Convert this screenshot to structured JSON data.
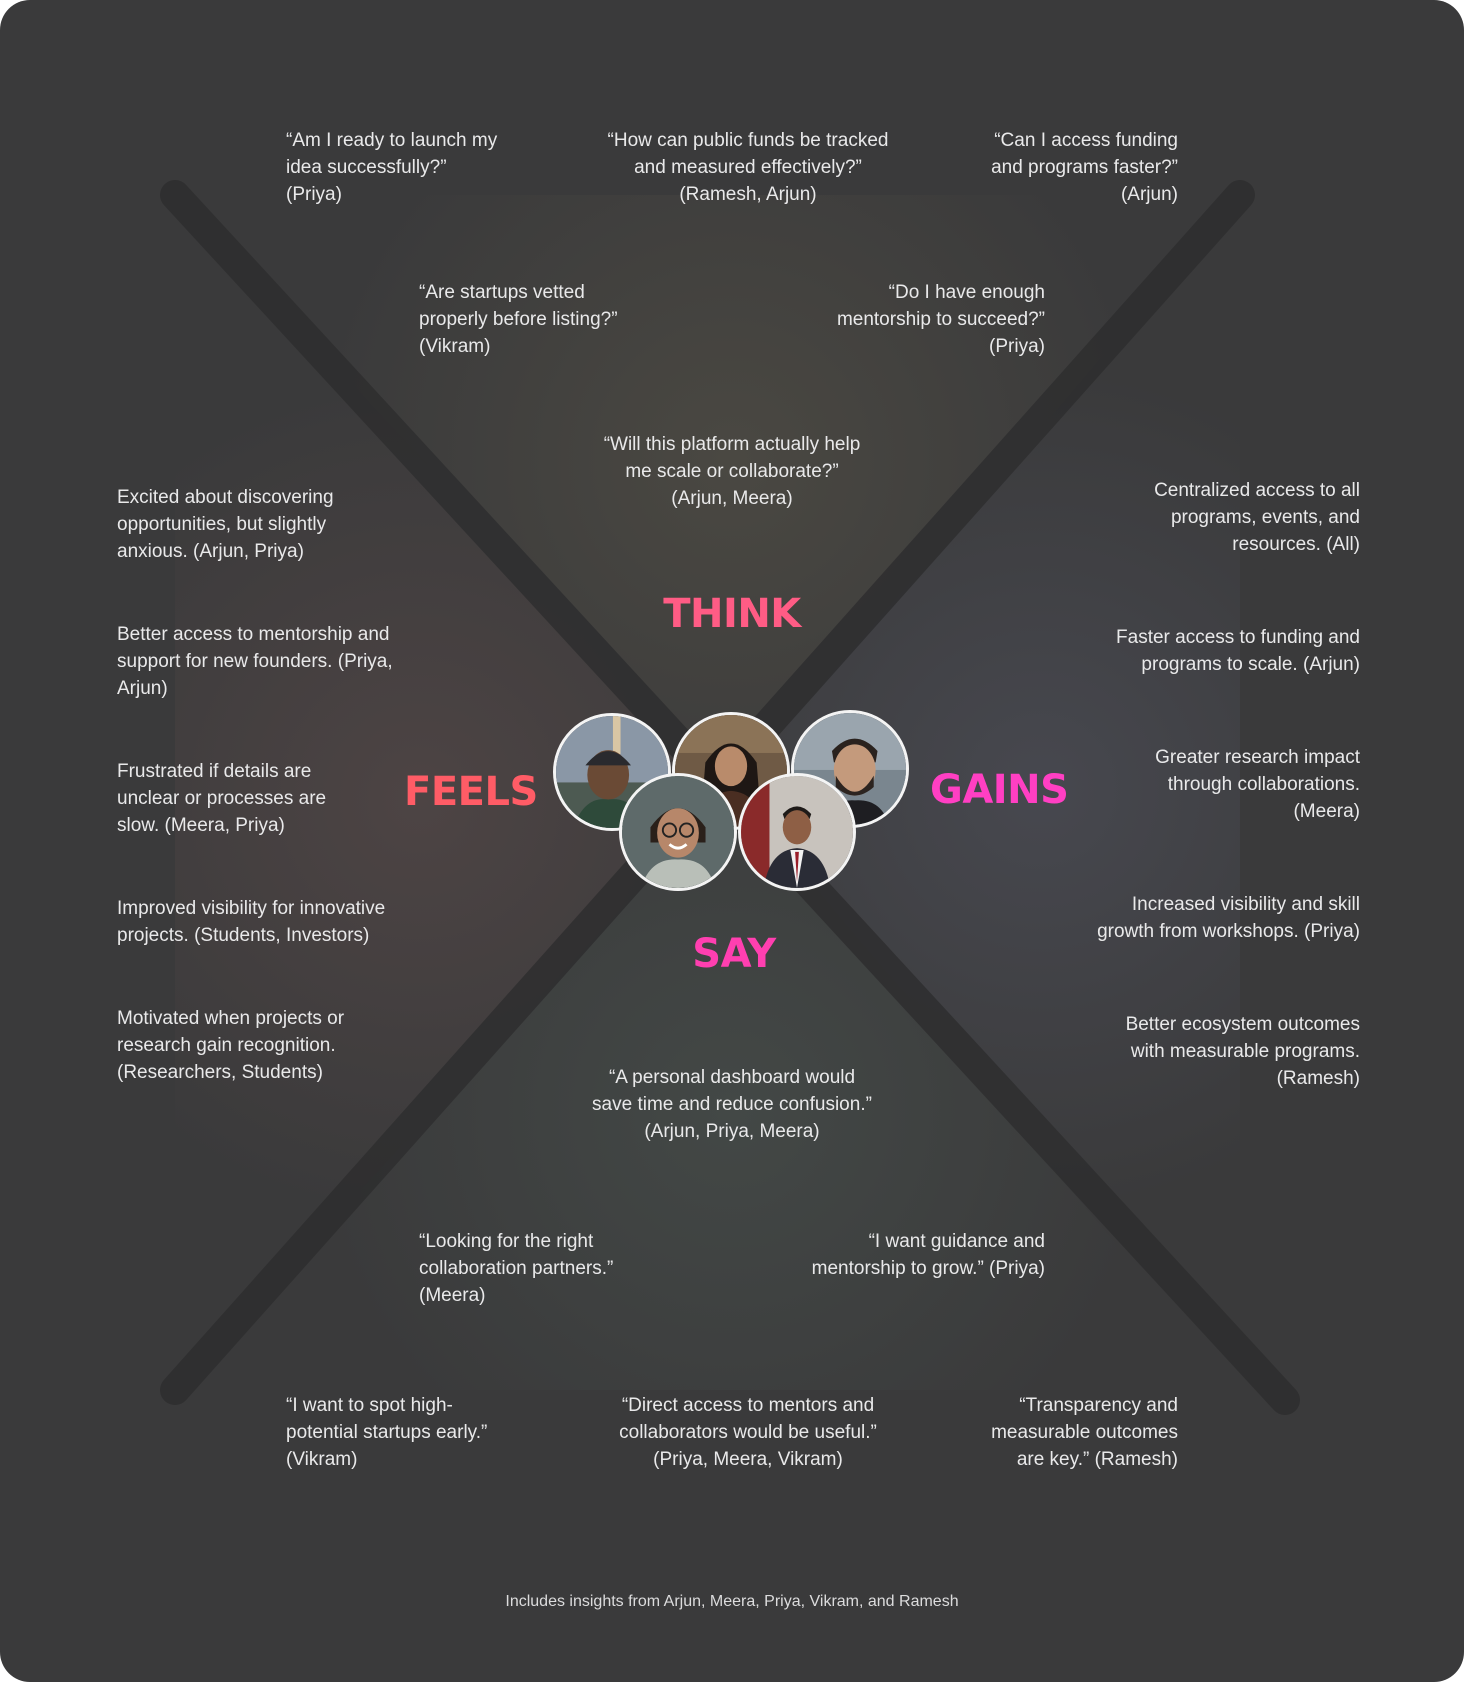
{
  "colors": {
    "card_bg": "#3a3a3b",
    "band": "#2f2f30",
    "text": "#e9e9ea",
    "think": "#ff5c85",
    "feels": "#ff5c66",
    "gains": "#ff3fc3",
    "say": "#ff3fb0"
  },
  "quadrants": {
    "think": "THINK",
    "feels": "FEELS",
    "gains": "GAINS",
    "say": "SAY"
  },
  "think": {
    "q1": "“Am I ready to launch my\nidea successfully?”\n(Priya)",
    "q2": "“How can public funds be tracked\nand measured effectively?”\n(Ramesh, Arjun)",
    "q3": "“Can I access funding\nand programs faster?”\n(Arjun)",
    "q4": "“Are startups vetted\nproperly before listing?”\n(Vikram)",
    "q5": "“Do I have enough\nmentorship to succeed?”\n(Priya)",
    "q6": "“Will this platform actually help\nme scale or collaborate?”\n(Arjun, Meera)"
  },
  "feels": {
    "f1": "Excited about discovering\nopportunities, but slightly\nanxious. (Arjun, Priya)",
    "f2": "Better access to mentorship and\nsupport for new founders. (Priya,\nArjun)",
    "f3": "Frustrated if details are\nunclear or processes are\nslow. (Meera, Priya)",
    "f4": "Improved visibility for innovative\nprojects. (Students, Investors)",
    "f5": "Motivated when projects or\nresearch gain recognition.\n(Researchers, Students)"
  },
  "gains": {
    "g1": "Centralized access to all\nprograms, events, and\nresources. (All)",
    "g2": "Faster access to funding and\nprograms to scale. (Arjun)",
    "g3": "Greater research impact\nthrough collaborations.\n(Meera)",
    "g4": "Increased visibility and skill\ngrowth from workshops. (Priya)",
    "g5": "Better ecosystem outcomes\nwith measurable programs.\n(Ramesh)"
  },
  "say": {
    "s1": "“A personal dashboard would\nsave time and reduce confusion.”\n(Arjun, Priya, Meera)",
    "s2": "“Looking for the right\ncollaboration partners.”\n(Meera)",
    "s3": "“I want guidance and\nmentorship to grow.” (Priya)",
    "s4": "“I want to spot high-\npotential startups early.”\n(Vikram)",
    "s5": "“Direct access to mentors and\ncollaborators would be useful.”\n(Priya, Meera, Vikram)",
    "s6": "“Transparency and\nmeasurable outcomes\nare key.” (Ramesh)"
  },
  "personas": [
    {
      "icon": "avatar-man-beanie"
    },
    {
      "icon": "avatar-woman-dark-hair"
    },
    {
      "icon": "avatar-man-beard"
    },
    {
      "icon": "avatar-woman-glasses"
    },
    {
      "icon": "avatar-man-suit"
    }
  ],
  "footer": "Includes insights from Arjun, Meera, Priya, Vikram, and Ramesh"
}
